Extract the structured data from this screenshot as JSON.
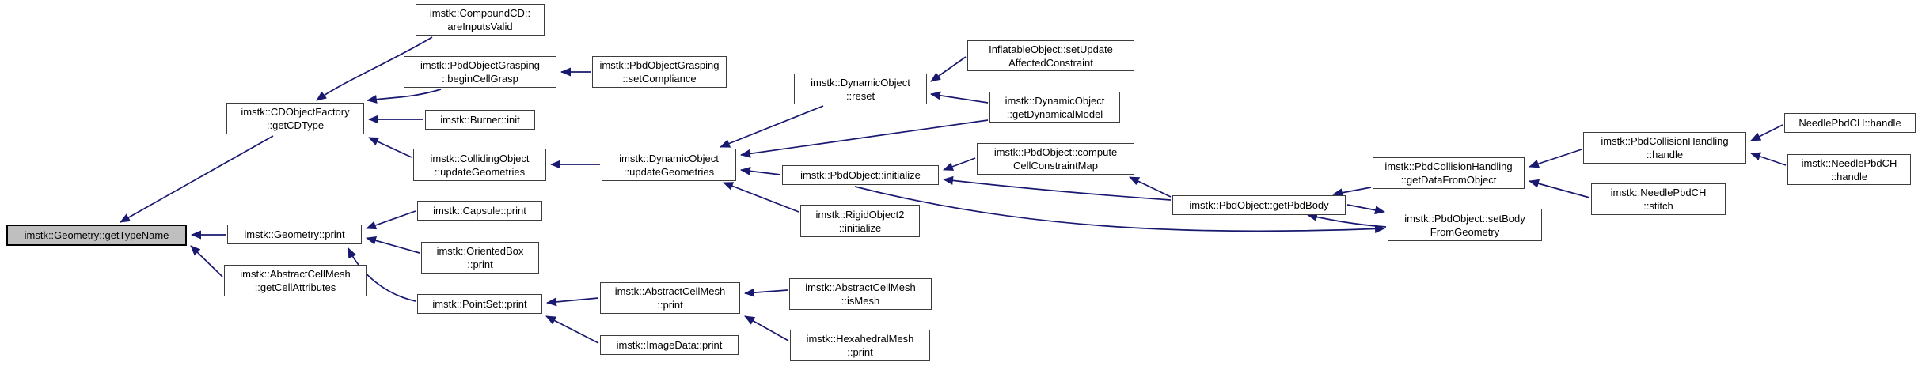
{
  "diagram": {
    "type": "doxygen-caller-graph",
    "root": "getTypeName",
    "colors": {
      "edge": "#191970",
      "node_border": "#3d3d3d",
      "node_fill": "#ffffff",
      "root_fill": "#bfbfbf",
      "root_border": "#000000",
      "text": "#000000",
      "background": "#ffffff"
    },
    "nodes": [
      {
        "id": "getTypeName",
        "label": [
          "imstk::Geometry::getTypeName"
        ]
      },
      {
        "id": "getCDType",
        "label": [
          "imstk::CDObjectFactory",
          "::getCDType"
        ]
      },
      {
        "id": "areInputsValid",
        "label": [
          "imstk::CompoundCD::",
          "areInputsValid"
        ]
      },
      {
        "id": "beginCellGrasp",
        "label": [
          "imstk::PbdObjectGrasping",
          "::beginCellGrasp"
        ]
      },
      {
        "id": "setCompliance",
        "label": [
          "imstk::PbdObjectGrasping",
          "::setCompliance"
        ]
      },
      {
        "id": "burnerInit",
        "label": [
          "imstk::Burner::init"
        ]
      },
      {
        "id": "collUpdateGeo",
        "label": [
          "imstk::CollidingObject",
          "::updateGeometries"
        ]
      },
      {
        "id": "dynUpdateGeo",
        "label": [
          "imstk::DynamicObject",
          "::updateGeometries"
        ]
      },
      {
        "id": "dynReset",
        "label": [
          "imstk::DynamicObject",
          "::reset"
        ]
      },
      {
        "id": "inflatable",
        "label": [
          "InflatableObject::setUpdate",
          "AffectedConstraint"
        ]
      },
      {
        "id": "getDynModel",
        "label": [
          "imstk::DynamicObject",
          "::getDynamicalModel"
        ]
      },
      {
        "id": "pbdInit",
        "label": [
          "imstk::PbdObject::initialize"
        ]
      },
      {
        "id": "rigidInit",
        "label": [
          "imstk::RigidObject2",
          "::initialize"
        ]
      },
      {
        "id": "computeCCM",
        "label": [
          "imstk::PbdObject::compute",
          "CellConstraintMap"
        ]
      },
      {
        "id": "getPbdBody",
        "label": [
          "imstk::PbdObject::getPbdBody"
        ]
      },
      {
        "id": "getDataFromObject",
        "label": [
          "imstk::PbdCollisionHandling",
          "::getDataFromObject"
        ]
      },
      {
        "id": "setBodyFromGeo",
        "label": [
          "imstk::PbdObject::setBody",
          "FromGeometry"
        ]
      },
      {
        "id": "pbdCHhandle",
        "label": [
          "imstk::PbdCollisionHandling",
          "::handle"
        ]
      },
      {
        "id": "needleHandle1",
        "label": [
          "NeedlePbdCH::handle"
        ]
      },
      {
        "id": "needleHandle2",
        "label": [
          "imstk::NeedlePbdCH",
          "::handle"
        ]
      },
      {
        "id": "needleStitch",
        "label": [
          "imstk::NeedlePbdCH",
          "::stitch"
        ]
      },
      {
        "id": "geoPrint",
        "label": [
          "imstk::Geometry::print"
        ]
      },
      {
        "id": "capsulePrint",
        "label": [
          "imstk::Capsule::print"
        ]
      },
      {
        "id": "orientedBoxPrint",
        "label": [
          "imstk::OrientedBox",
          "::print"
        ]
      },
      {
        "id": "pointSetPrint",
        "label": [
          "imstk::PointSet::print"
        ]
      },
      {
        "id": "getCellAttrs",
        "label": [
          "imstk::AbstractCellMesh",
          "::getCellAttributes"
        ]
      },
      {
        "id": "acmPrint",
        "label": [
          "imstk::AbstractCellMesh",
          "::print"
        ]
      },
      {
        "id": "isMesh",
        "label": [
          "imstk::AbstractCellMesh",
          "::isMesh"
        ]
      },
      {
        "id": "imageDataPrint",
        "label": [
          "imstk::ImageData::print"
        ]
      },
      {
        "id": "hexPrint",
        "label": [
          "imstk::HexahedralMesh",
          "::print"
        ]
      }
    ],
    "edges": [
      {
        "from": "getCDType",
        "to": "getTypeName"
      },
      {
        "from": "geoPrint",
        "to": "getTypeName"
      },
      {
        "from": "getCellAttrs",
        "to": "getTypeName"
      },
      {
        "from": "areInputsValid",
        "to": "getCDType"
      },
      {
        "from": "beginCellGrasp",
        "to": "getCDType"
      },
      {
        "from": "burnerInit",
        "to": "getCDType"
      },
      {
        "from": "collUpdateGeo",
        "to": "getCDType"
      },
      {
        "from": "setCompliance",
        "to": "beginCellGrasp"
      },
      {
        "from": "dynUpdateGeo",
        "to": "collUpdateGeo"
      },
      {
        "from": "dynReset",
        "to": "dynUpdateGeo"
      },
      {
        "from": "getDynModel",
        "to": "dynUpdateGeo"
      },
      {
        "from": "pbdInit",
        "to": "dynUpdateGeo"
      },
      {
        "from": "rigidInit",
        "to": "dynUpdateGeo"
      },
      {
        "from": "inflatable",
        "to": "dynReset"
      },
      {
        "from": "getDynModel",
        "to": "dynReset"
      },
      {
        "from": "computeCCM",
        "to": "pbdInit"
      },
      {
        "from": "getPbdBody",
        "to": "pbdInit"
      },
      {
        "from": "getPbdBody",
        "to": "computeCCM"
      },
      {
        "from": "getDataFromObject",
        "to": "getPbdBody"
      },
      {
        "from": "setBodyFromGeo",
        "to": "getPbdBody"
      },
      {
        "from": "getPbdBody",
        "to": "setBodyFromGeo"
      },
      {
        "from": "pbdInit",
        "to": "setBodyFromGeo"
      },
      {
        "from": "pbdCHhandle",
        "to": "getDataFromObject"
      },
      {
        "from": "needleStitch",
        "to": "getDataFromObject"
      },
      {
        "from": "needleHandle1",
        "to": "pbdCHhandle"
      },
      {
        "from": "needleHandle2",
        "to": "pbdCHhandle"
      },
      {
        "from": "capsulePrint",
        "to": "geoPrint"
      },
      {
        "from": "orientedBoxPrint",
        "to": "geoPrint"
      },
      {
        "from": "pointSetPrint",
        "to": "geoPrint"
      },
      {
        "from": "acmPrint",
        "to": "pointSetPrint"
      },
      {
        "from": "imageDataPrint",
        "to": "pointSetPrint"
      },
      {
        "from": "isMesh",
        "to": "acmPrint"
      },
      {
        "from": "hexPrint",
        "to": "acmPrint"
      }
    ]
  }
}
